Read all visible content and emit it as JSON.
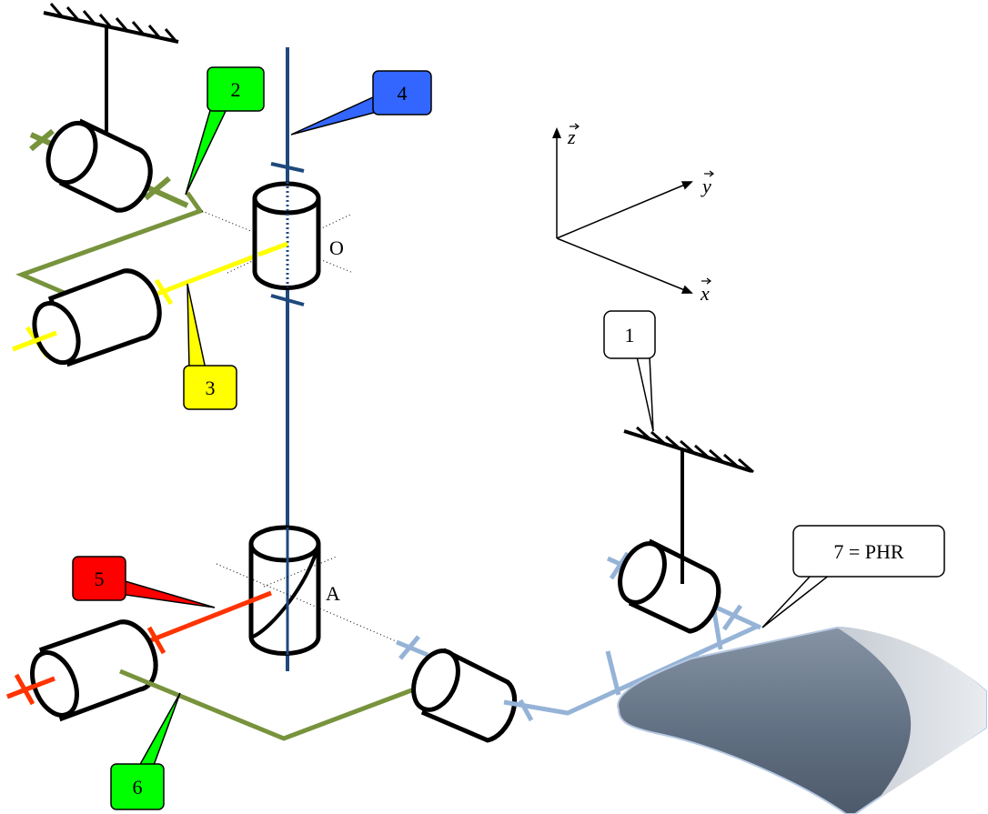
{
  "colors": {
    "link_1": "#000000",
    "link_2": "#77933C",
    "link_3": "#FFFF00",
    "link_4": "#1F497D",
    "link_5": "#FF3300",
    "link_6": "#77933C",
    "link_7": "#95B3D7",
    "callout_2": "#00FF00",
    "callout_3": "#FFFF00",
    "callout_4": "#3366FF",
    "callout_5": "#FF0000",
    "callout_6": "#00FF00",
    "callout_7": "#FFFFFF",
    "callout_1": "#FFFFFF",
    "blade": "#6D7B8D"
  },
  "callouts": {
    "c1": "1",
    "c2": "2",
    "c3": "3",
    "c4": "4",
    "c5": "5",
    "c6": "6",
    "c7": "7 = PHR"
  },
  "points": {
    "o": "O",
    "a": "A"
  },
  "axes": {
    "x": "x",
    "y": "y",
    "z": "z"
  }
}
